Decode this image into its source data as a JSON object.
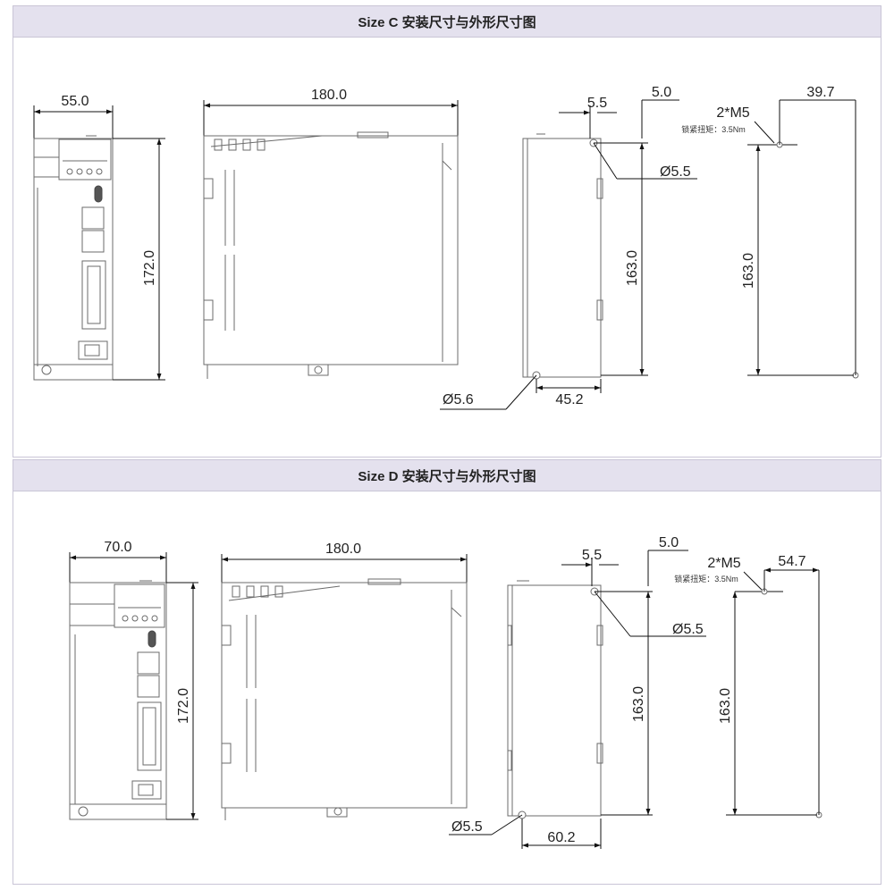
{
  "section_c": {
    "title": "Size C 安装尺寸与外形尺寸图",
    "dims": {
      "width": "55.0",
      "height": "172.0",
      "depth": "180.0",
      "hole_offset": "5.5",
      "edge_offset": "5.0",
      "hole_dia_top": "Ø5.5",
      "hole_pitch": "163.0",
      "hole_dia_bottom": "Ø5.6",
      "hole_spacing": "45.2",
      "screw": "2*M5",
      "torque": "锁紧扭矩：3.5Nm",
      "cutout_height": "163.0",
      "cutout_offset": "39.7"
    }
  },
  "section_d": {
    "title": "Size D 安装尺寸与外形尺寸图",
    "dims": {
      "width": "70.0",
      "height": "172.0",
      "depth": "180.0",
      "hole_offset": "5.5",
      "edge_offset": "5.0",
      "hole_dia_top": "Ø5.5",
      "hole_pitch": "163.0",
      "hole_dia_bottom": "Ø5.5",
      "hole_spacing": "60.2",
      "screw": "2*M5",
      "torque": "锁紧扭矩：3.5Nm",
      "cutout_height": "163.0",
      "cutout_offset": "54.7"
    }
  },
  "colors": {
    "header_bg": "#e4e1ee",
    "border": "#c9c5d6",
    "dimension_line": "#111111",
    "part_outline": "#6b6b6b"
  }
}
